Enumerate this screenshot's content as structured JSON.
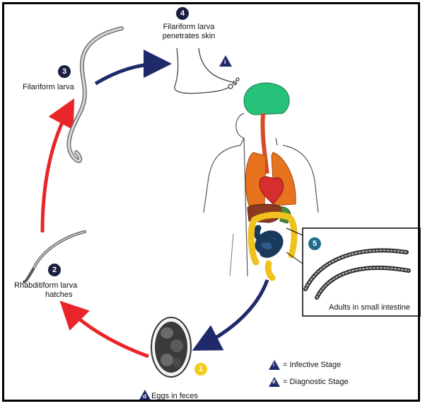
{
  "stages": {
    "s1": {
      "number": "1",
      "label": "Eggs in feces"
    },
    "s2": {
      "number": "2",
      "label_line1": "Rhabditiform larva",
      "label_line2": "hatches"
    },
    "s3": {
      "number": "3",
      "label": "Filariform larva"
    },
    "s4": {
      "number": "4",
      "label_line1": "Filariform larva",
      "label_line2": "penetrates skin"
    },
    "s5": {
      "number": "5",
      "label": "Adults in small intestine"
    }
  },
  "markers": {
    "infective_letter": "i",
    "diagnostic_letter": "d"
  },
  "legend": {
    "infective": "= Infective Stage",
    "diagnostic": "= Diagnostic Stage"
  },
  "colors": {
    "arrow_red": "#e8262a",
    "arrow_blue": "#1f2a6b",
    "badge_dark": "#1a1f3f",
    "badge_yellow": "#f2cc1a",
    "badge_teal": "#1f6c8a",
    "brain": "#27c27a",
    "lungs": "#e8731f",
    "heart": "#d62e2e",
    "liver": "#8a3a20",
    "colon": "#f0c21e",
    "small_intestine": "#2f5a8c"
  }
}
